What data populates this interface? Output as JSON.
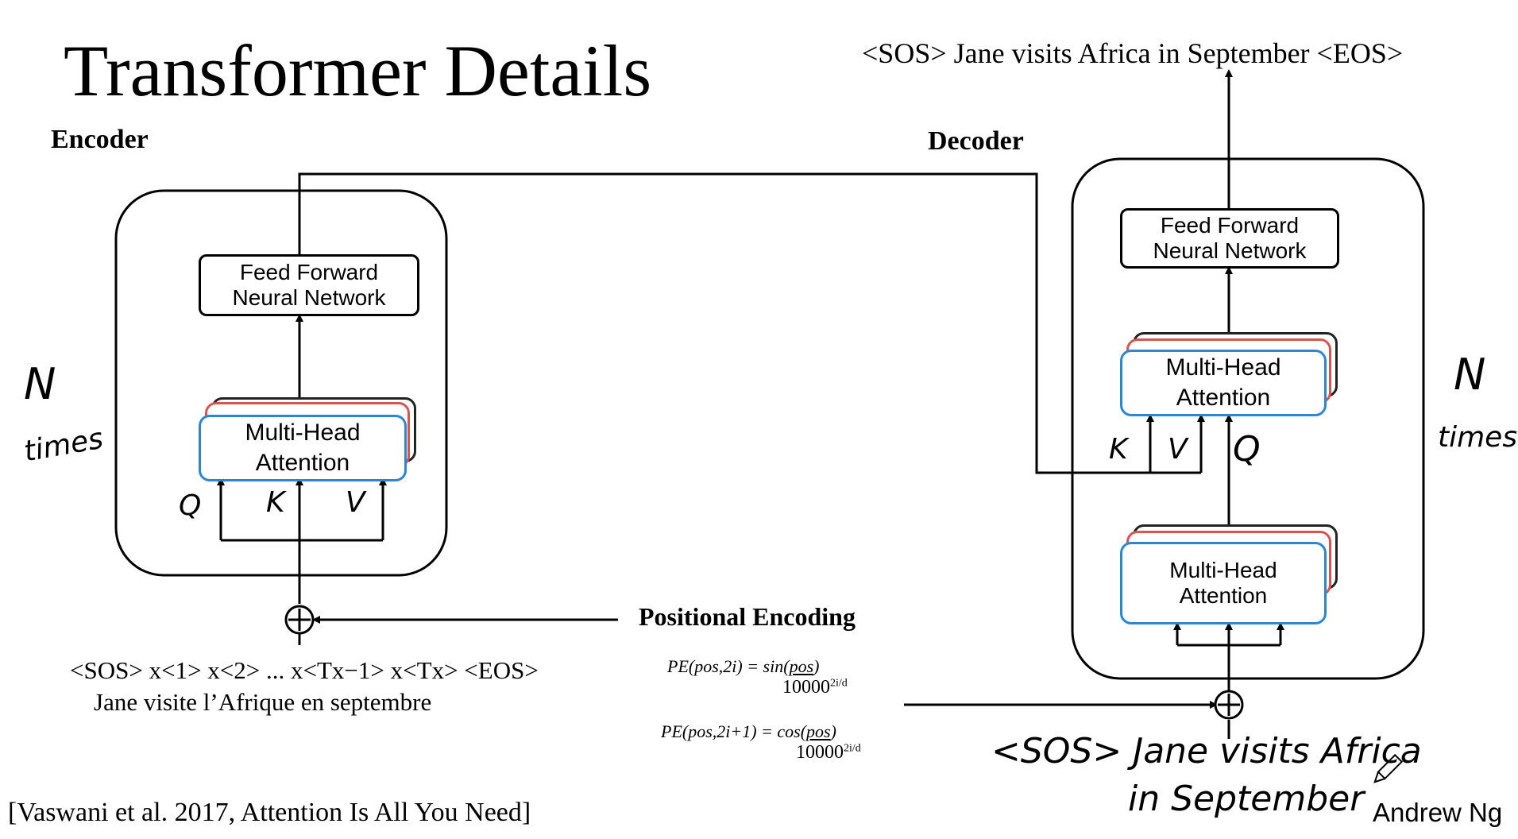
{
  "title": "Transformer Details",
  "output_sequence": "<SOS> Jane visits Africa in September <EOS>",
  "encoder": {
    "label": "Encoder",
    "ffn_line1": "Feed Forward",
    "ffn_line2": "Neural Network",
    "attention_line1": "Multi-Head",
    "attention_line2": "Attention",
    "q": "Q",
    "k": "K",
    "v": "V",
    "repeat_n": "N",
    "repeat_times": "times"
  },
  "decoder": {
    "label": "Decoder",
    "ffn_line1": "Feed Forward",
    "ffn_line2": "Neural Network",
    "attention_top_line1": "Multi-Head",
    "attention_top_line2": "Attention",
    "attention_bottom_line1": "Multi-Head",
    "attention_bottom_line2": "Attention",
    "k": "K",
    "v": "V",
    "q": "Q",
    "repeat_n": "N",
    "repeat_times": "times"
  },
  "positional_encoding": {
    "label": "Positional Encoding",
    "formula1_lhs": "PE(pos,2i) = sin(",
    "formula1_num": "pos",
    "formula1_den": "10000",
    "formula1_exp": "2i/d",
    "formula2_lhs": "PE(pos,2i+1) = cos(",
    "formula2_num": "pos",
    "formula2_den": "10000",
    "formula2_exp": "2i/d",
    "close_paren": ")"
  },
  "encoder_input": {
    "tokens": "<SOS> x<1> x<2> ... x<Tx−1> x<Tx> <EOS>",
    "sentence": "Jane visite l’Afrique en septembre"
  },
  "decoder_input": {
    "line1": "<SOS> Jane visits Africa",
    "line2": "in September"
  },
  "citation": "[Vaswani et al. 2017, Attention Is All You Need]",
  "author": "Andrew Ng",
  "icons": {
    "pen": "pencil-icon",
    "add": "plus-circle-icon"
  },
  "colors": {
    "attention_border": "#2e86d0",
    "attention_shadow": "#d9534f"
  }
}
